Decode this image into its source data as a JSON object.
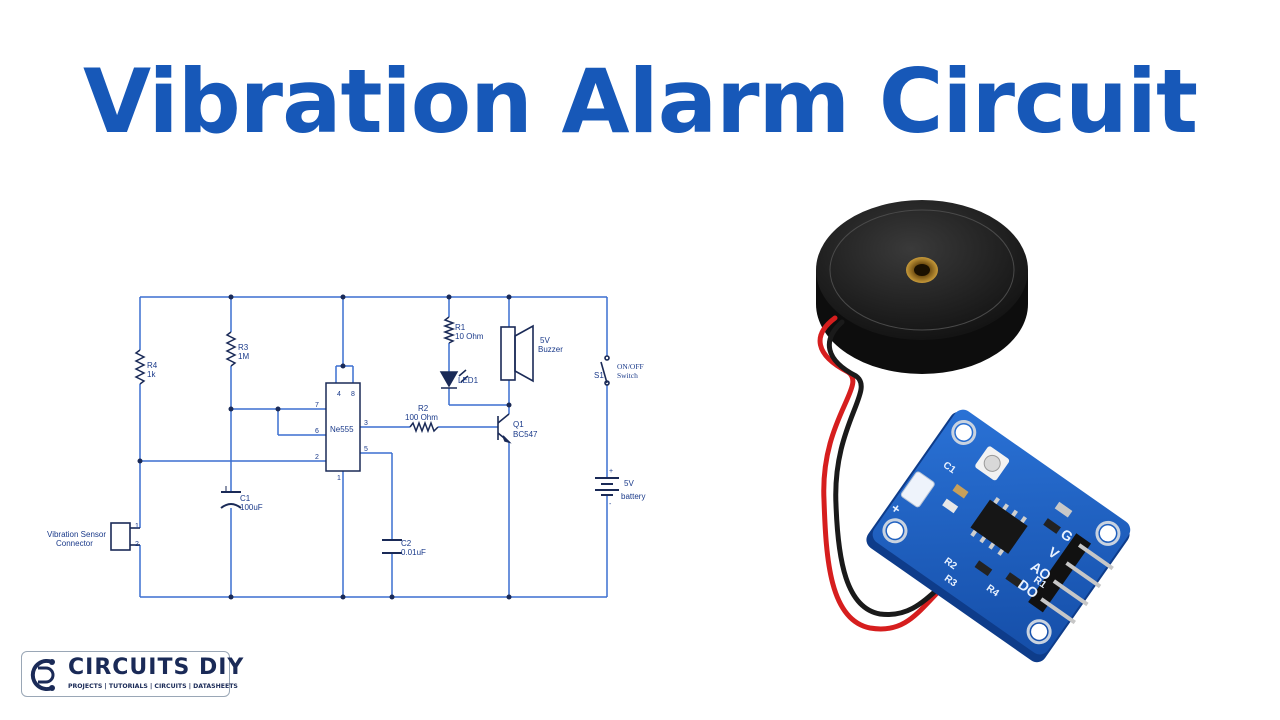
{
  "title": "Vibration Alarm Circuit",
  "schematic": {
    "ic": {
      "name": "Ne555",
      "pins": [
        "4",
        "8",
        "7",
        "6",
        "2",
        "3",
        "5",
        "1"
      ]
    },
    "r4": {
      "ref": "R4",
      "value": "1k"
    },
    "r3": {
      "ref": "R3",
      "value": "1M"
    },
    "r1": {
      "ref": "R1",
      "value": "10 Ohm"
    },
    "r2": {
      "ref": "R2",
      "value": "100 Ohm"
    },
    "c1": {
      "ref": "C1",
      "value": "100uF"
    },
    "c2": {
      "ref": "C2",
      "value": "0.01uF"
    },
    "led": {
      "ref": "LED1"
    },
    "buzzer": {
      "line1": "5V",
      "line2": "Buzzer"
    },
    "q1": {
      "ref": "Q1",
      "value": "BC547"
    },
    "switch": {
      "ref": "S1",
      "line1": "ON/OFF",
      "line2": "Switch"
    },
    "battery": {
      "plus": "+",
      "minus": "-",
      "line1": "5V",
      "line2": "battery"
    },
    "sensor": {
      "line1": "Vibration Sensor",
      "line2": "Connector",
      "pin1": "1",
      "pin2": "2"
    }
  },
  "module": {
    "pins": [
      "G",
      "V",
      "AO",
      "DO"
    ],
    "silk": [
      "C1",
      "R1",
      "R2",
      "R3",
      "R4",
      "+"
    ]
  },
  "logo": {
    "name": "CIRCUITS DIY",
    "tagline": "PROJECTS | TUTORIALS | CIRCUITS | DATASHEETS"
  },
  "colors": {
    "title": "#1758b8",
    "wire": "#3b6fd0",
    "board": "#1f5fc0",
    "logo": "#1a2a57"
  }
}
